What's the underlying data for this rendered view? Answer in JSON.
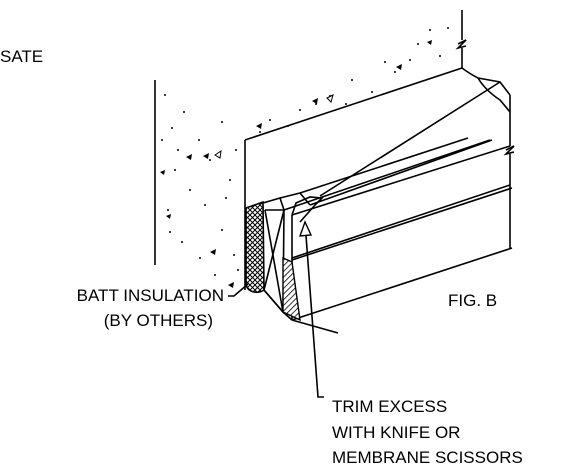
{
  "labels": {
    "top_left_fragment": "SATE",
    "batt_line1": "BATT INSULATION",
    "batt_line2": "(BY OTHERS)",
    "figure": "FIG. B",
    "trim_line1": "TRIM EXCESS",
    "trim_line2": "WITH KNIFE OR",
    "trim_line3": "MEMBRANE SCISSORS"
  }
}
